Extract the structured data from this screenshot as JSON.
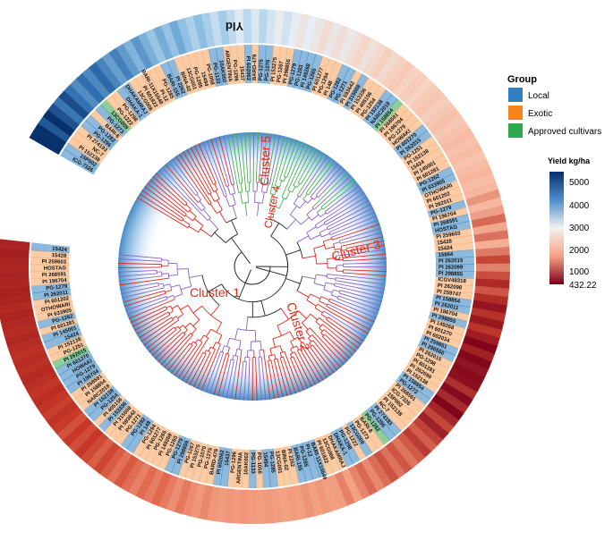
{
  "figure": {
    "yield_label": "Yld",
    "clusters": [
      {
        "name": "Cluster 1"
      },
      {
        "name": "Cluster 2"
      },
      {
        "name": "Cluster 3"
      },
      {
        "name": "Cluster 4"
      },
      {
        "name": "Cluster 5"
      }
    ],
    "group_legend": {
      "title": "Group",
      "items": [
        {
          "label": "Local",
          "color": "#2f7fc1"
        },
        {
          "label": "Exotic",
          "color": "#f5861f"
        },
        {
          "label": "Approved cultivars",
          "color": "#2ea84a"
        }
      ]
    },
    "yield_legend": {
      "title": "Yield kg/ha",
      "ticks": [
        "5000",
        "4000",
        "3000",
        "2000",
        "1000",
        "432.22"
      ],
      "min": 432.22,
      "max": 5600,
      "colors": {
        "high": "#08306b",
        "mid_high": "#4d8ec9",
        "mid": "#f2f2f2",
        "mid_low": "#f4a283",
        "low": "#7a0019"
      }
    },
    "tip_labels": [
      "ICG-7326",
      "15P002",
      "PI 152138",
      "NC-7",
      "PI 274193",
      "PG-1296",
      "PG-1282",
      "BARI-8",
      "PG-1273",
      "13CG009",
      "PG-1222",
      "PG-1298",
      "DHAKA-1",
      "DHAKAMRAJ",
      "13CG008",
      "PI 601822",
      "BARI-11X15549",
      "PI-12",
      "PG-1285",
      "BARI-155",
      "PI 2262",
      "BINA-02",
      "13CG001",
      "PG-1285",
      "15494",
      "PG-1058",
      "PG-1133",
      "10AK002",
      "ARGENTINA",
      "PG-1296",
      "15437",
      "PI 602062",
      "BARD-479",
      "PG-1275",
      "PG-1070",
      "PI 153275",
      "PG-1267",
      "PI 298855",
      "PG-1279",
      "PG-1283",
      "PI 149268",
      "PG-1265",
      "PI 601277",
      "PG-1294",
      "PI 148",
      "PG-1282",
      "PG-1271",
      "PI 593642",
      "PI 315608",
      "PI 153336",
      "PI 405156",
      "PG-1254",
      "PI 152138",
      "NARC2019",
      "PI 158854",
      "PI 268591",
      "PI 196704",
      "PG-1279",
      "HOWAKI",
      "PI 601270",
      "PI 262015",
      "PG-1251",
      "PI 152138",
      "15424",
      "PI 145001",
      "PI 601281",
      "PG-1262",
      "PI 633905",
      "OTHOWARI",
      "PI 601202",
      "PI 262011",
      "PG-1279",
      "PI 196704",
      "PI 268591",
      "HOSTAG",
      "PI 259603",
      "15428",
      "15424",
      "15864",
      "PI 262015",
      "PI 262099",
      "PI 298855",
      "ICGV48318",
      "PI 262098",
      "PI 259747",
      "PI 158854",
      "PI 262011",
      "PI 196704",
      "PI 298855",
      "PI 149268",
      "PI 601270",
      "PI 602034",
      "PI 259851",
      "PI 290560",
      "PI 262015",
      "PG-1298",
      "PI 601281",
      "PI 262099",
      "PI 152138",
      "PI 158854",
      "PG-1273",
      "PI 268591"
    ]
  }
}
